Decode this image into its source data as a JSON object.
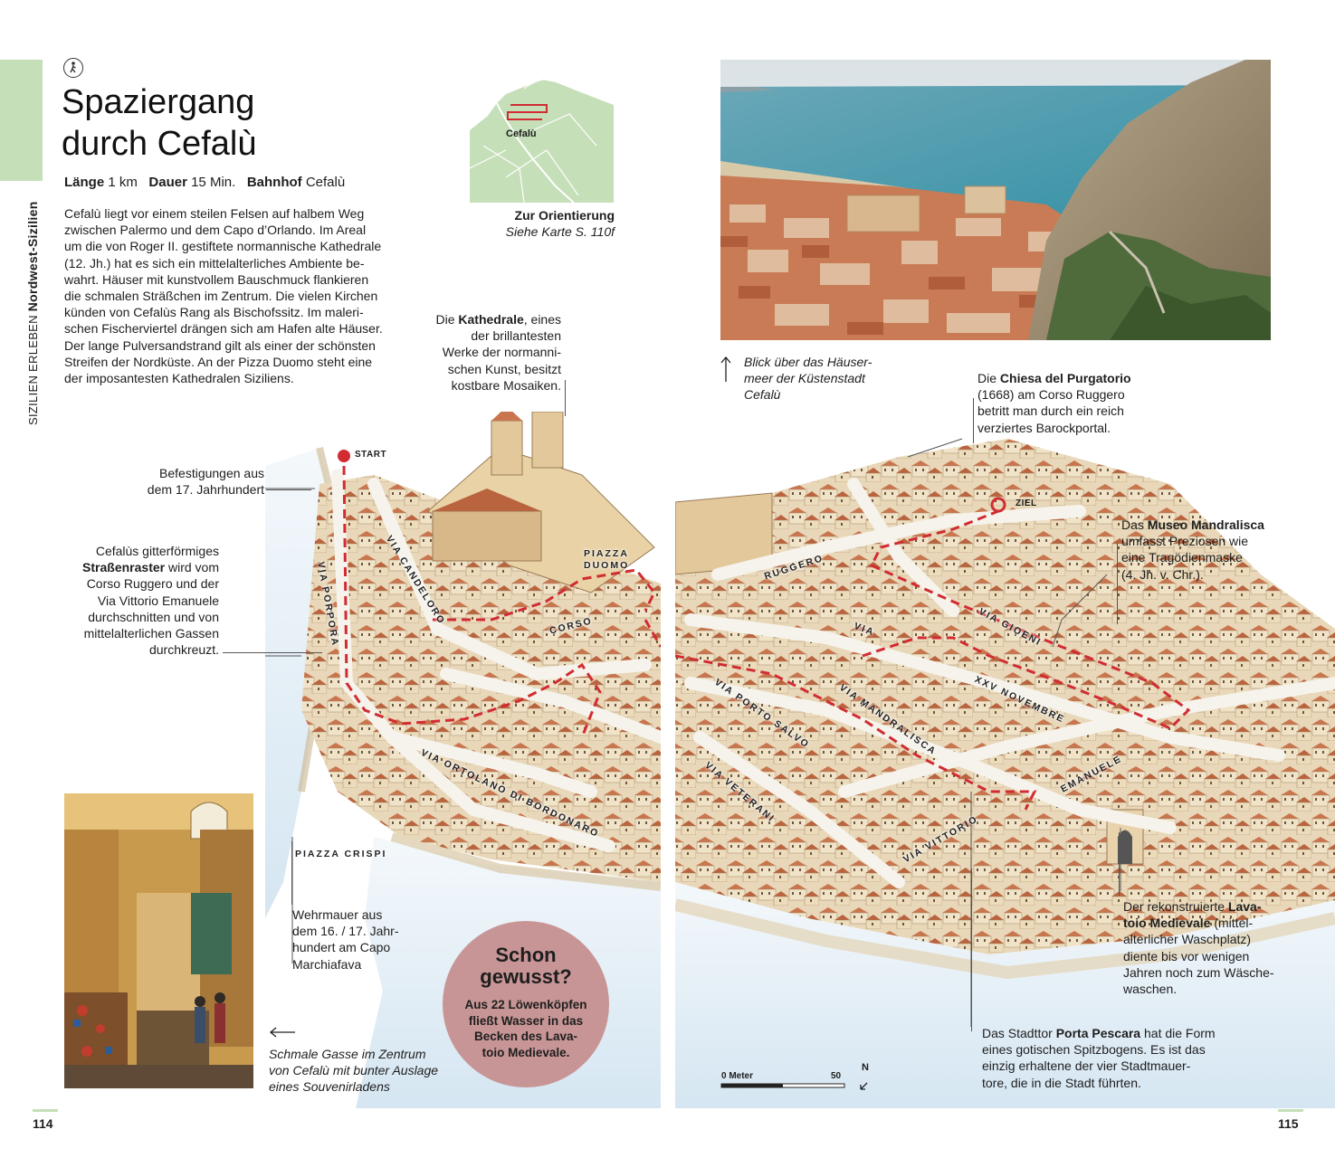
{
  "sidebar": {
    "section": "SIZILIEN ERLEBEN",
    "region": "Nordwest-Sizilien"
  },
  "header": {
    "title_line1": "Spaziergang",
    "title_line2": "durch Cefalù"
  },
  "stats": {
    "length_label": "Länge",
    "length_value": "1 km",
    "duration_label": "Dauer",
    "duration_value": "15 Min.",
    "station_label": "Bahnhof",
    "station_value": "Cefalù"
  },
  "intro_lines": [
    "Cefalù liegt vor einem steilen Felsen auf halbem Weg",
    "zwischen Palermo und dem Capo d’Orlando. Im Areal",
    "um die von Roger II. gestiftete normannische Kathedrale",
    "(12. Jh.) hat es sich ein mittelalterliches Ambiente be-",
    "wahrt. Häuser mit kunstvollem Bauschmuck flankieren",
    "die schmalen Sträßchen im Zentrum. Die vielen Kirchen",
    "künden von Cefalùs Rang als Bischofssitz. Im maleri-",
    "schen Fischerviertel drängen sich am Hafen alte Häuser.",
    "Der lange Pulversandstrand gilt als einer der schönsten",
    "Streifen der Nordküste. An der Pizza Duomo steht eine",
    "der imposantesten Kathedralen Siziliens."
  ],
  "orientation": {
    "map_label": "Cefalù",
    "title": "Zur Orientierung",
    "subtitle": "Siehe Karte S. 110f"
  },
  "photo_caption_top": [
    "Blick über das Häuser-",
    "meer der Küstenstadt",
    "Cefalù"
  ],
  "photo_caption_left": [
    "Schmale Gasse im Zentrum",
    "von Cefalù mit bunter Auslage",
    "eines Souvenirladens"
  ],
  "callouts": {
    "kathedrale": {
      "l1a": "Die ",
      "l1b": "Kathedrale",
      "l1c": ", eines",
      "l2": "der brillantesten",
      "l3": "Werke der normanni-",
      "l4": "schen Kunst, besitzt",
      "l5": "kostbare Mosaiken."
    },
    "befestigungen": {
      "l1": "Befestigungen aus",
      "l2": "dem 17. Jahrhundert"
    },
    "raster": {
      "l1": "Cefalùs gitterförmiges",
      "l2": "Straßenraster",
      "l2b": " wird vom",
      "l3": "Corso Ruggero und der",
      "l4": "Via Vittorio Emanuele",
      "l5": "durchschnitten und von",
      "l6": "mittelalterlichen Gassen",
      "l7": "durchkreuzt."
    },
    "wehrmauer": {
      "l1": "Wehrmauer aus",
      "l2": "dem 16. / 17. Jahr-",
      "l3": "hundert am Capo",
      "l4": "Marchiafava"
    },
    "purgatorio": {
      "l1a": "Die ",
      "l1b": "Chiesa del Purgatorio",
      "l2": "(1668) am Corso Ruggero",
      "l3": "betritt man durch ein reich",
      "l4": "verziertes Barockportal."
    },
    "museo": {
      "l1a": "Das ",
      "l1b": "Museo Mandralisca",
      "l2": "umfasst Preziosen wie",
      "l3": "eine Tragödienmaske",
      "l4": "(4. Jh. v. Chr.)."
    },
    "lavatoio": {
      "l1a": "Der rekonstruierte ",
      "l1b": "Lava-",
      "l2a": "toio Medievale",
      "l2b": " (mittel-",
      "l3": "alterlicher Waschplatz)",
      "l4": "diente bis vor wenigen",
      "l5": "Jahren noch zum Wäsche-",
      "l6": "waschen."
    },
    "porta": {
      "l1a": "Das Stadttor ",
      "l1b": "Porta Pescara",
      "l1c": " hat die Form",
      "l2": "eines gotischen Spitzbogens. Es ist das",
      "l3": "einzig erhaltene der vier Stadtmauer-",
      "l4": "tore, die in die Stadt führten."
    }
  },
  "markers": {
    "start": "START",
    "end": "ZIEL"
  },
  "streets": {
    "porpora": "VIA PORPORA",
    "candeloro": "VIA CANDELORO",
    "piazza_duomo_1": "PIAZZA",
    "piazza_duomo_2": "DUOMO",
    "corso": "CORSO",
    "ruggero": "RUGGERO",
    "ortolano": "VIA ORTOLANO DI BORDONARO",
    "crispi": "PIAZZA CRISPI",
    "via": "VIA",
    "porto_salvo": "VIA PORTO SALVO",
    "mandralisca": "VIA MANDRALISCA",
    "gioeni": "VIA GIOENI",
    "xxv": "XXV NOVEMBRE",
    "veterani": "VIA VETERANI",
    "vittorio": "VIA VITTORIO",
    "emanuele": "EMANUELE"
  },
  "fact_box": {
    "title_1": "Schon",
    "title_2": "gewusst?",
    "lines": [
      "Aus 22 Löwenköpfen",
      "fließt Wasser in das",
      "Becken des Lava-",
      "toio Medievale."
    ]
  },
  "scale": {
    "start": "0 Meter",
    "end": "50",
    "north": "N"
  },
  "pages": {
    "left": "114",
    "right": "115"
  },
  "colors": {
    "accent_green": "#c5dfb8",
    "route_red": "#d12c32",
    "fact_box": "#c79595"
  }
}
